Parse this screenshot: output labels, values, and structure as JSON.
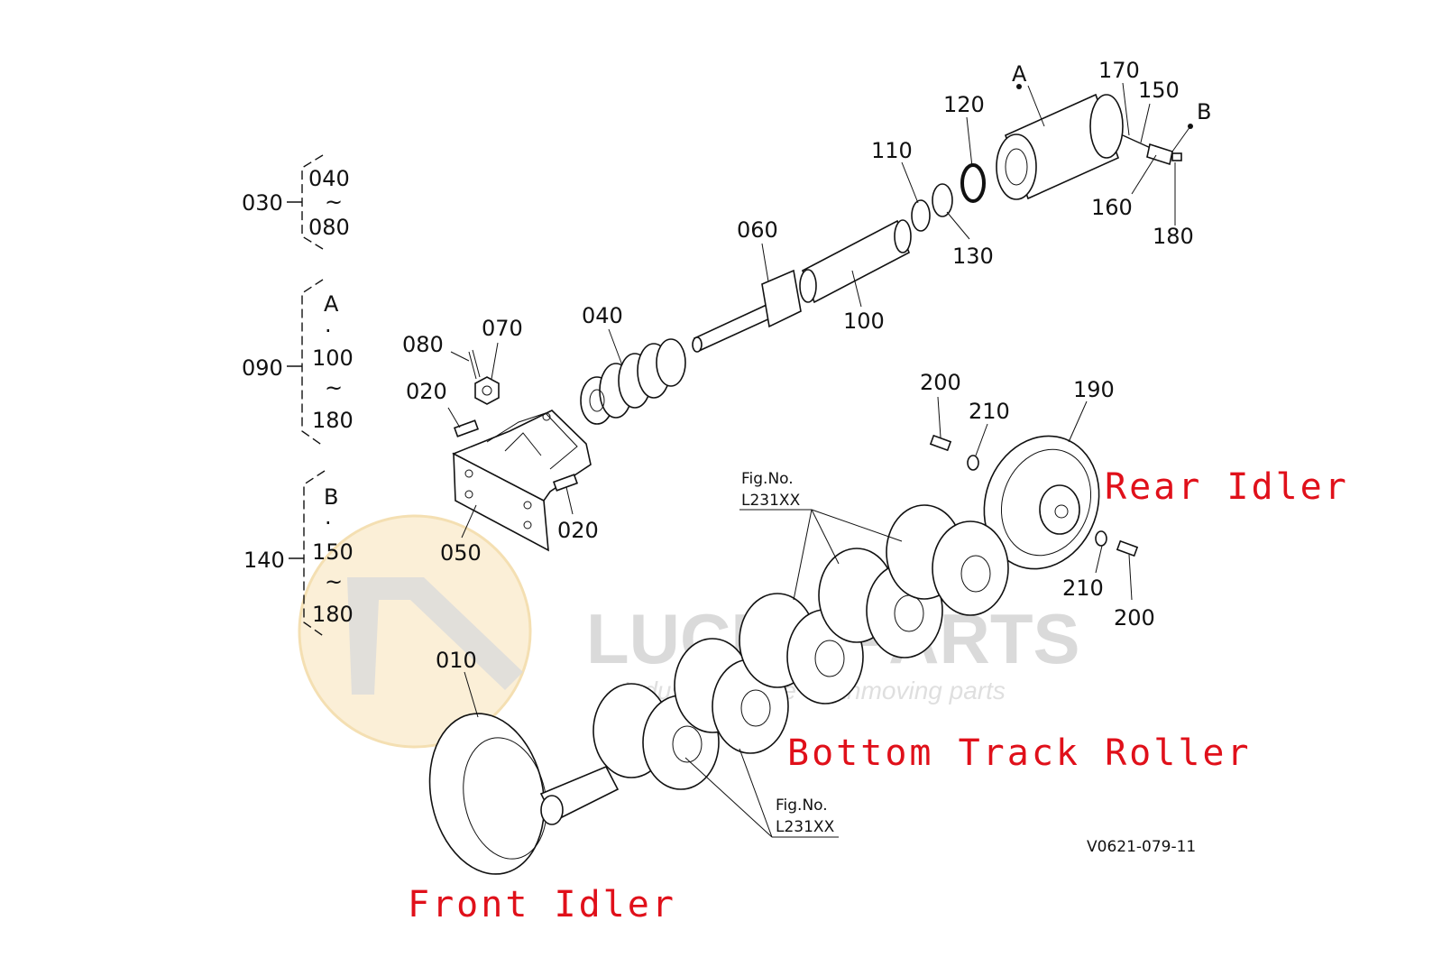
{
  "diagram": {
    "code": "V0621-079-11",
    "titles": {
      "rear_idler": "Rear Idler",
      "bottom_track_roller": "Bottom Track Roller",
      "front_idler": "Front Idler"
    },
    "fig_ref": {
      "line1": "Fig.No.",
      "line2": "L231XX"
    },
    "groups": [
      {
        "label": "030",
        "items": [
          "040",
          "~",
          "080"
        ]
      },
      {
        "label": "090",
        "items": [
          "A",
          "·",
          "100",
          "~",
          "180"
        ]
      },
      {
        "label": "140",
        "items": [
          "B",
          "·",
          "150",
          "~",
          "180"
        ]
      }
    ],
    "callouts": {
      "p010": "010",
      "p020a": "020",
      "p020b": "020",
      "p040": "040",
      "p050": "050",
      "p060": "060",
      "p070": "070",
      "p080": "080",
      "p100": "100",
      "p110": "110",
      "p120": "120",
      "p130": "130",
      "p150": "150",
      "p160": "160",
      "p170": "170",
      "p180": "180",
      "p190": "190",
      "p200a": "200",
      "p200b": "200",
      "p210a": "210",
      "p210b": "210",
      "pA": "A",
      "pB": "B"
    },
    "watermark": {
      "brand": "LUCKY PARTS",
      "tagline": "Industrial grade earthmoving parts"
    }
  }
}
